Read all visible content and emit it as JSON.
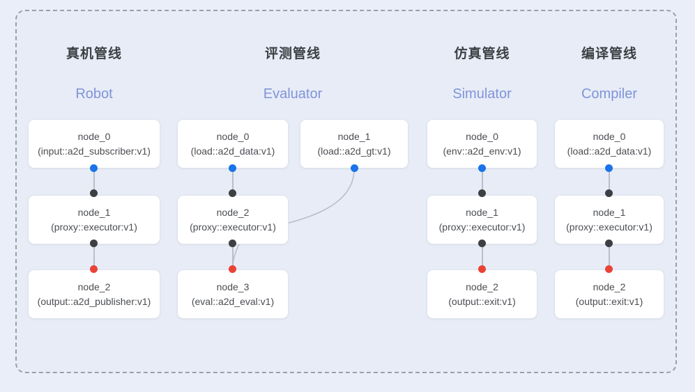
{
  "diagram": {
    "background_color": "#eaeef8",
    "panel_color": "#e7ecf7",
    "frame_border_color": "#9aa0a6",
    "port_colors": {
      "input": "#1a73e8",
      "middle": "#3c4043",
      "output": "#ea4335"
    },
    "edge_color": "#b9bec9"
  },
  "columns": [
    {
      "title_cn": "真机管线",
      "title_en": "Robot",
      "nodes": [
        {
          "name": "node_0",
          "type": "(input::a2d_subscriber:v1)"
        },
        {
          "name": "node_1",
          "type": "(proxy::executor:v1)"
        },
        {
          "name": "node_2",
          "type": "(output::a2d_publisher:v1)"
        }
      ]
    },
    {
      "title_cn": "评测管线",
      "title_en": "Evaluator",
      "nodes": [
        {
          "name": "node_0",
          "type": "(load::a2d_data:v1)"
        },
        {
          "name": "node_1",
          "type": "(load::a2d_gt:v1)"
        },
        {
          "name": "node_2",
          "type": "(proxy::executor:v1)"
        },
        {
          "name": "node_3",
          "type": "(eval::a2d_eval:v1)"
        }
      ]
    },
    {
      "title_cn": "仿真管线",
      "title_en": "Simulator",
      "nodes": [
        {
          "name": "node_0",
          "type": "(env::a2d_env:v1)"
        },
        {
          "name": "node_1",
          "type": "(proxy::executor:v1)"
        },
        {
          "name": "node_2",
          "type": "(output::exit:v1)"
        }
      ]
    },
    {
      "title_cn": "编译管线",
      "title_en": "Compiler",
      "nodes": [
        {
          "name": "node_0",
          "type": "(load::a2d_data:v1)"
        },
        {
          "name": "node_1",
          "type": "(proxy::executor:v1)"
        },
        {
          "name": "node_2",
          "type": "(output::exit:v1)"
        }
      ]
    }
  ]
}
